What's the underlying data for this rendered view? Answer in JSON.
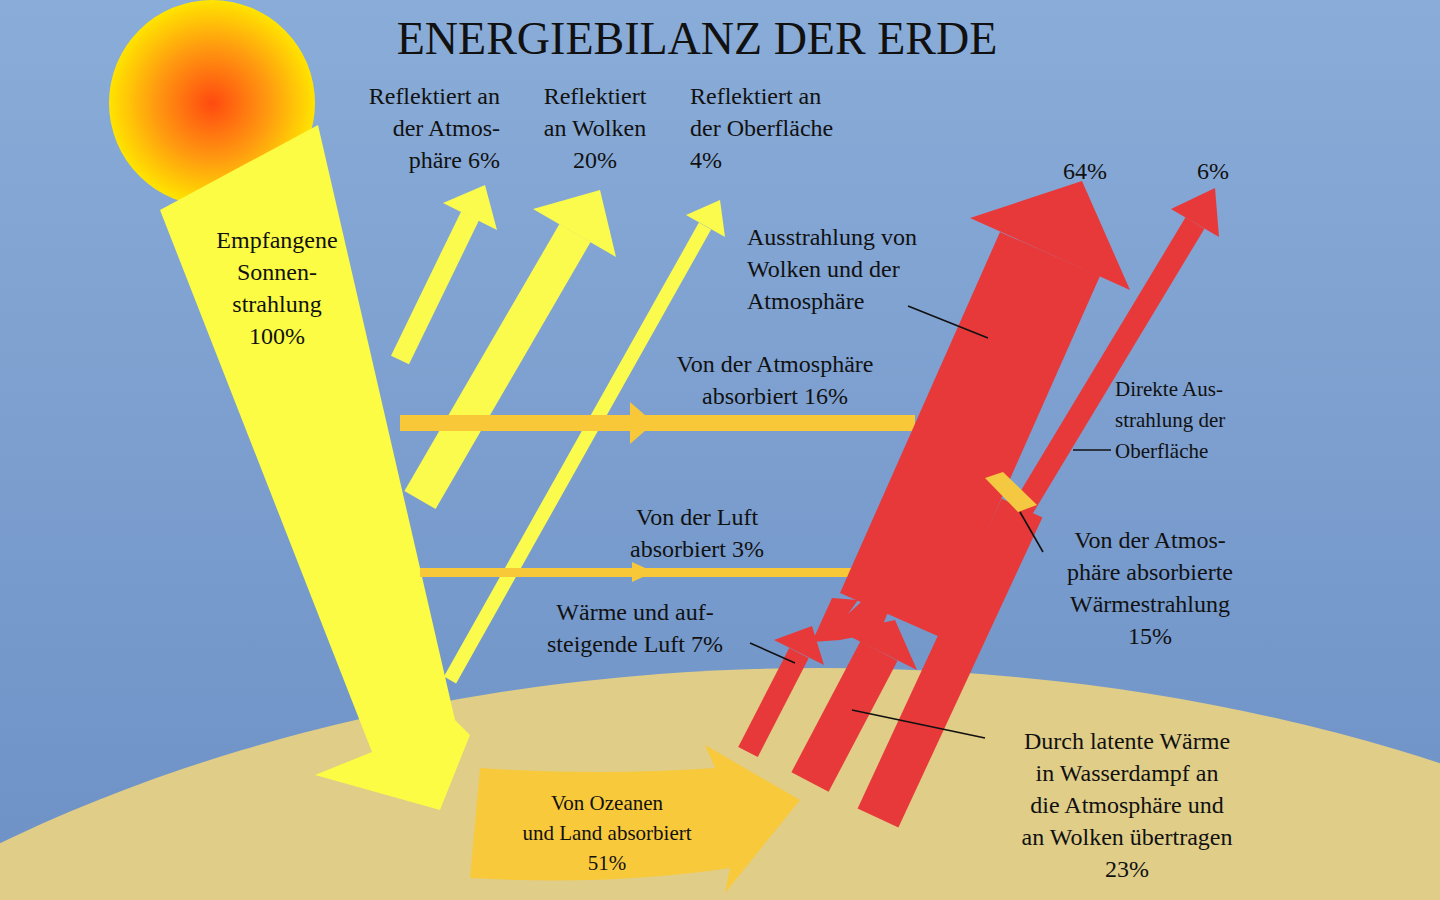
{
  "diagram": {
    "title": "ENERGIEBILANZ DER ERDE",
    "labels": [
      "Reflektiert an der Atmos- phäre 6%",
      "Reflektiert an Wolken 20%",
      "Reflektiert an der Oberfläche 4%",
      "64%",
      "6%",
      "Empfangene Sonnen- strahlung 100%",
      "Ausstrahlung von Wolken und der Atmosphäre",
      "Von der Atmosphäre absorbiert 16%",
      "Direkte Aus- strahlung der Oberfläche",
      "Von der Luft absorbiert 3%",
      "Von der Atmos- phäre absorbierte Wärmestrahlung 15%",
      "Wärme und auf- steigende Luft 7%",
      "Von Ozeanen und Land absorbiert 51%",
      "Durch latente Wärme in Wasserdampf an die Atmosphäre und an Wolken übertragen 23%"
    ]
  }
}
